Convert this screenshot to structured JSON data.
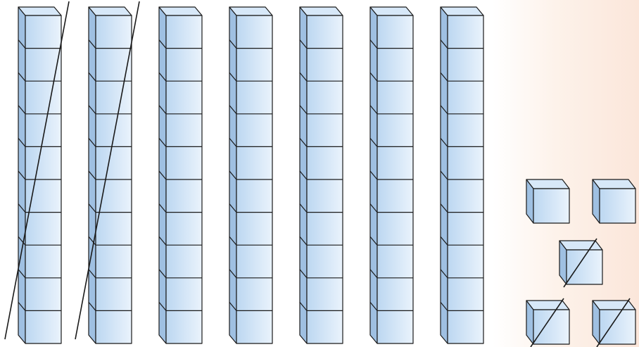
{
  "figure": {
    "kind": "base-ten blocks subtraction model",
    "tens_rods": {
      "count": 7,
      "units_per_rod": 10,
      "crossed_out_count": 2
    },
    "ones_cubes": {
      "count": 5,
      "crossed_out_count": 3
    },
    "colors": {
      "cube_front": "#bcd7f1",
      "cube_front_light": "#eaf3fc",
      "cube_top": "#d7e8f8",
      "cube_side": "#9fc0e2",
      "outline": "#1a1a1a",
      "background_tint": "#fbe6da"
    }
  }
}
